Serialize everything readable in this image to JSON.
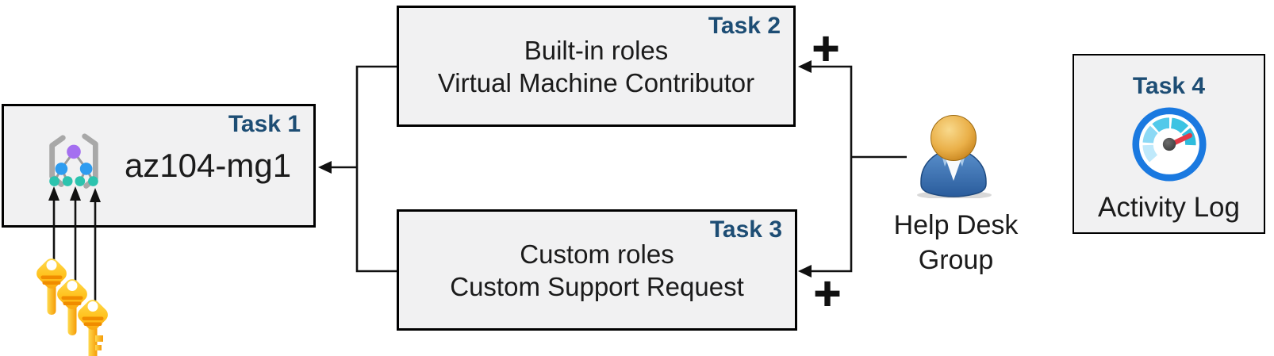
{
  "tasks": {
    "task1": {
      "badge": "Task 1",
      "name": "az104-mg1",
      "icon": "management-group-icon"
    },
    "task2": {
      "badge": "Task 2",
      "line1": "Built-in roles",
      "line2": "Virtual Machine Contributor"
    },
    "task3": {
      "badge": "Task 3",
      "line1": "Custom roles",
      "line2": "Custom Support Request"
    },
    "task4": {
      "badge": "Task 4",
      "caption": "Activity Log",
      "icon": "gauge-icon"
    }
  },
  "actor": {
    "line1": "Help Desk",
    "line2": "Group",
    "icon": "user-icon"
  },
  "keys": {
    "icon": "key-icon",
    "count": 3
  },
  "symbols": {
    "plus_task2": "+",
    "plus_task3": "+"
  },
  "colors": {
    "task_badge_blue": "#1D4D74",
    "box_background": "#F1F1F2",
    "box_border": "#000000",
    "text": "#1B1B1B",
    "connector": "#111111",
    "key_gold_light": "#FFD94D",
    "key_gold_dark": "#F9A40F",
    "key_stripe_orange": "#F08C00",
    "user_head_orange": "#E9AB3E",
    "user_body_blue": "#3A77BC",
    "gauge_ring_blue": "#1A79E0",
    "gauge_needle_red": "#E63946",
    "gauge_hub_gray": "#4A4A4A",
    "mg_purple": "#A46FF0",
    "mg_blue": "#2E9CF0",
    "mg_teal": "#2CC3AE",
    "mg_bracket_gray": "#A8A8A8"
  }
}
